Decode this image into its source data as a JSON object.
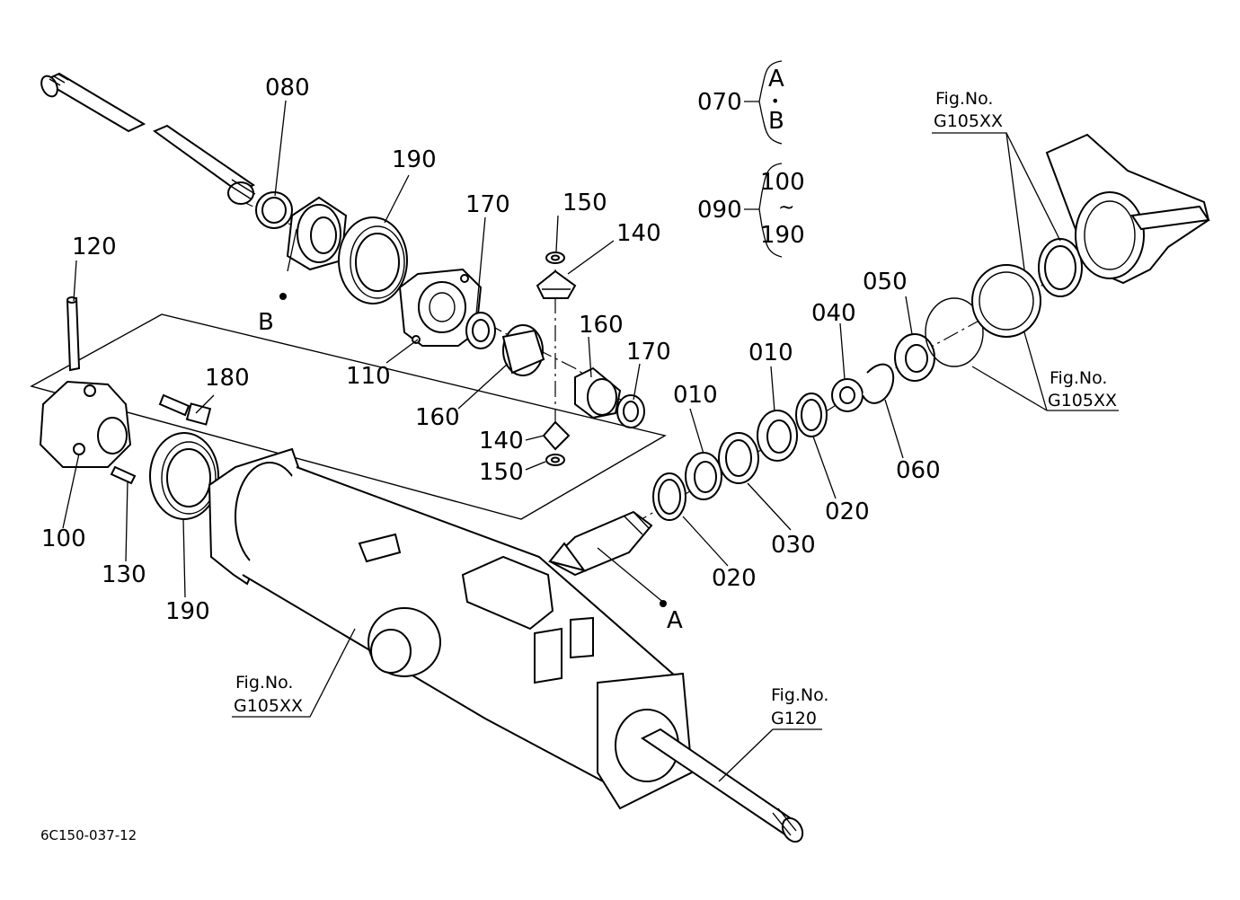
{
  "parts": {
    "p080": "080",
    "p190_top": "190",
    "p170_top": "170",
    "p150_top": "150",
    "p140_top": "140",
    "p120": "120",
    "p180": "180",
    "p110": "110",
    "p160_top": "160",
    "p170_mid": "170",
    "p160_mid": "160",
    "p140_bot": "140",
    "p150_bot": "150",
    "p100": "100",
    "p130": "130",
    "p190_bot": "190",
    "p010_a": "010",
    "p010_b": "010",
    "p040": "040",
    "p050": "050",
    "p060": "060",
    "p020_a": "020",
    "p020_b": "020",
    "p030": "030"
  },
  "points": {
    "a_label": "A",
    "b_label": "B"
  },
  "sets": {
    "s070": "070",
    "s070_a": "A",
    "s070_dot": "•",
    "s070_b": "B",
    "s090": "090",
    "s090_from": "100",
    "s090_tilde": "~",
    "s090_to": "190"
  },
  "figrefs": {
    "top_right_title": "Fig.No.",
    "top_right_code": "G105XX",
    "mid_right_title": "Fig.No.",
    "mid_right_code": "G105XX",
    "bottom_left_title": "Fig.No.",
    "bottom_left_code": "G105XX",
    "bottom_right_title": "Fig.No.",
    "bottom_right_code": "G120"
  },
  "drawing_code": "6C150-037-12"
}
